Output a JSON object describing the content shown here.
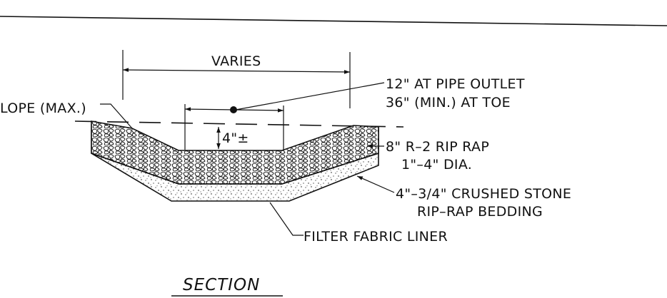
{
  "labels": {
    "varies": "VARIES",
    "slope": "LOPE (MAX.)",
    "pipe_outlet": "12\" AT PIPE OUTLET",
    "at_toe": "36\" (MIN.) AT TOE",
    "depth": "4\"±",
    "riprap_line1": "8\" R–2 RIP RAP",
    "riprap_line2": "1\"–4\" DIA.",
    "stone_line1": "4\"–3/4\" CRUSHED STONE",
    "stone_line2": "RIP–RAP BEDDING",
    "fabric": "FILTER FABRIC LINER",
    "section_title": "SECTION"
  },
  "colors": {
    "ink": "#111111",
    "background": "#ffffff"
  }
}
